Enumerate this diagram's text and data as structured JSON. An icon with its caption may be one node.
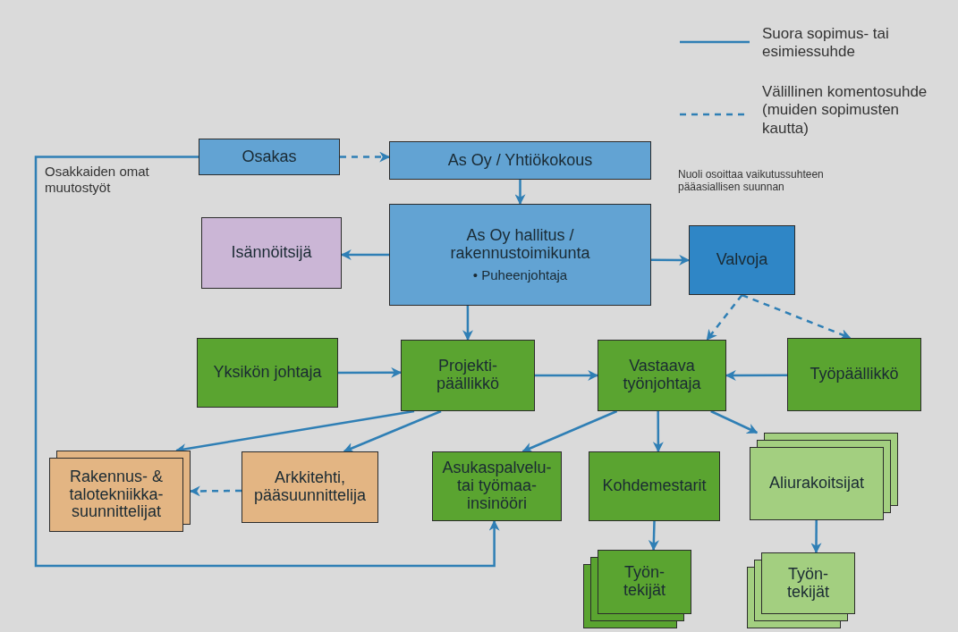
{
  "diagram": {
    "nodes": [
      {
        "text": [
          "Osakas"
        ]
      },
      {
        "text": [
          "As Oy / Yhtiökokous"
        ]
      },
      {
        "text": [
          "As Oy hallitus / rakennustoimikunta",
          "• Puheenjohtaja"
        ]
      },
      {
        "text": [
          "Isännöitsijä"
        ]
      },
      {
        "text": [
          "Valvoja"
        ]
      },
      {
        "text": [
          "Yksikön johtaja"
        ]
      },
      {
        "text": [
          "Projekti- päällikkö"
        ]
      },
      {
        "text": [
          "Vastaava työnjohtaja"
        ]
      },
      {
        "text": [
          "Työpäällikkö"
        ]
      },
      {
        "text": [
          "Rakennus- & talotekniikka- suunnittelijat"
        ]
      },
      {
        "text": [
          "Arkkitehti, pääsuunnittelija"
        ]
      },
      {
        "text": [
          "Asukaspalvelu- tai työmaa- insinööri"
        ]
      },
      {
        "text": [
          "Kohdemestarit"
        ]
      },
      {
        "text": [
          "Aliurakoitsijat"
        ]
      },
      {
        "text": [
          "Työn- tekijät"
        ]
      },
      {
        "text": [
          "Työn- tekijät"
        ]
      }
    ],
    "edges": [
      {
        "from": 0,
        "to": 1,
        "arrow": "to",
        "style": "dashed"
      },
      {
        "from": 1,
        "to": 2,
        "arrow": "to"
      },
      {
        "from": 2,
        "to": 3,
        "arrow": "to"
      },
      {
        "from": 2,
        "to": 4,
        "arrow": "to"
      },
      {
        "from": 2,
        "to": 6,
        "arrow": "to"
      },
      {
        "from": 4,
        "to": 7,
        "arrow": "to",
        "style": "dashed"
      },
      {
        "from": 4,
        "to": 8,
        "arrow": "to",
        "style": "dashed"
      },
      {
        "from": 5,
        "to": 6,
        "arrow": "to"
      },
      {
        "from": 6,
        "to": 7,
        "arrow": "to"
      },
      {
        "from": 8,
        "to": 7,
        "arrow": "to"
      },
      {
        "from": 6,
        "to": 9,
        "arrow": "to"
      },
      {
        "from": 6,
        "to": 10,
        "arrow": "to"
      },
      {
        "from": 10,
        "to": 9,
        "arrow": "to",
        "style": "dashed"
      },
      {
        "from": 7,
        "to": 11,
        "arrow": "to"
      },
      {
        "from": 7,
        "to": 12,
        "arrow": "to"
      },
      {
        "from": 7,
        "to": 13,
        "arrow": "to"
      },
      {
        "from": 12,
        "to": 14,
        "arrow": "to"
      },
      {
        "from": 13,
        "to": 15,
        "arrow": "to"
      },
      {
        "from": 0,
        "to": 11,
        "arrow": "to",
        "label": "Osakkaiden omat muutostyöt"
      }
    ],
    "labels": [
      "Nuoli osoittaa vaikutussuhteen pääasiallisen suunnan"
    ],
    "legend": [
      {
        "text": "Suora sopimus- tai esimiessuhde"
      },
      {
        "text": "Välillinen komentosuhde (muiden sopimusten kautta)"
      }
    ]
  }
}
